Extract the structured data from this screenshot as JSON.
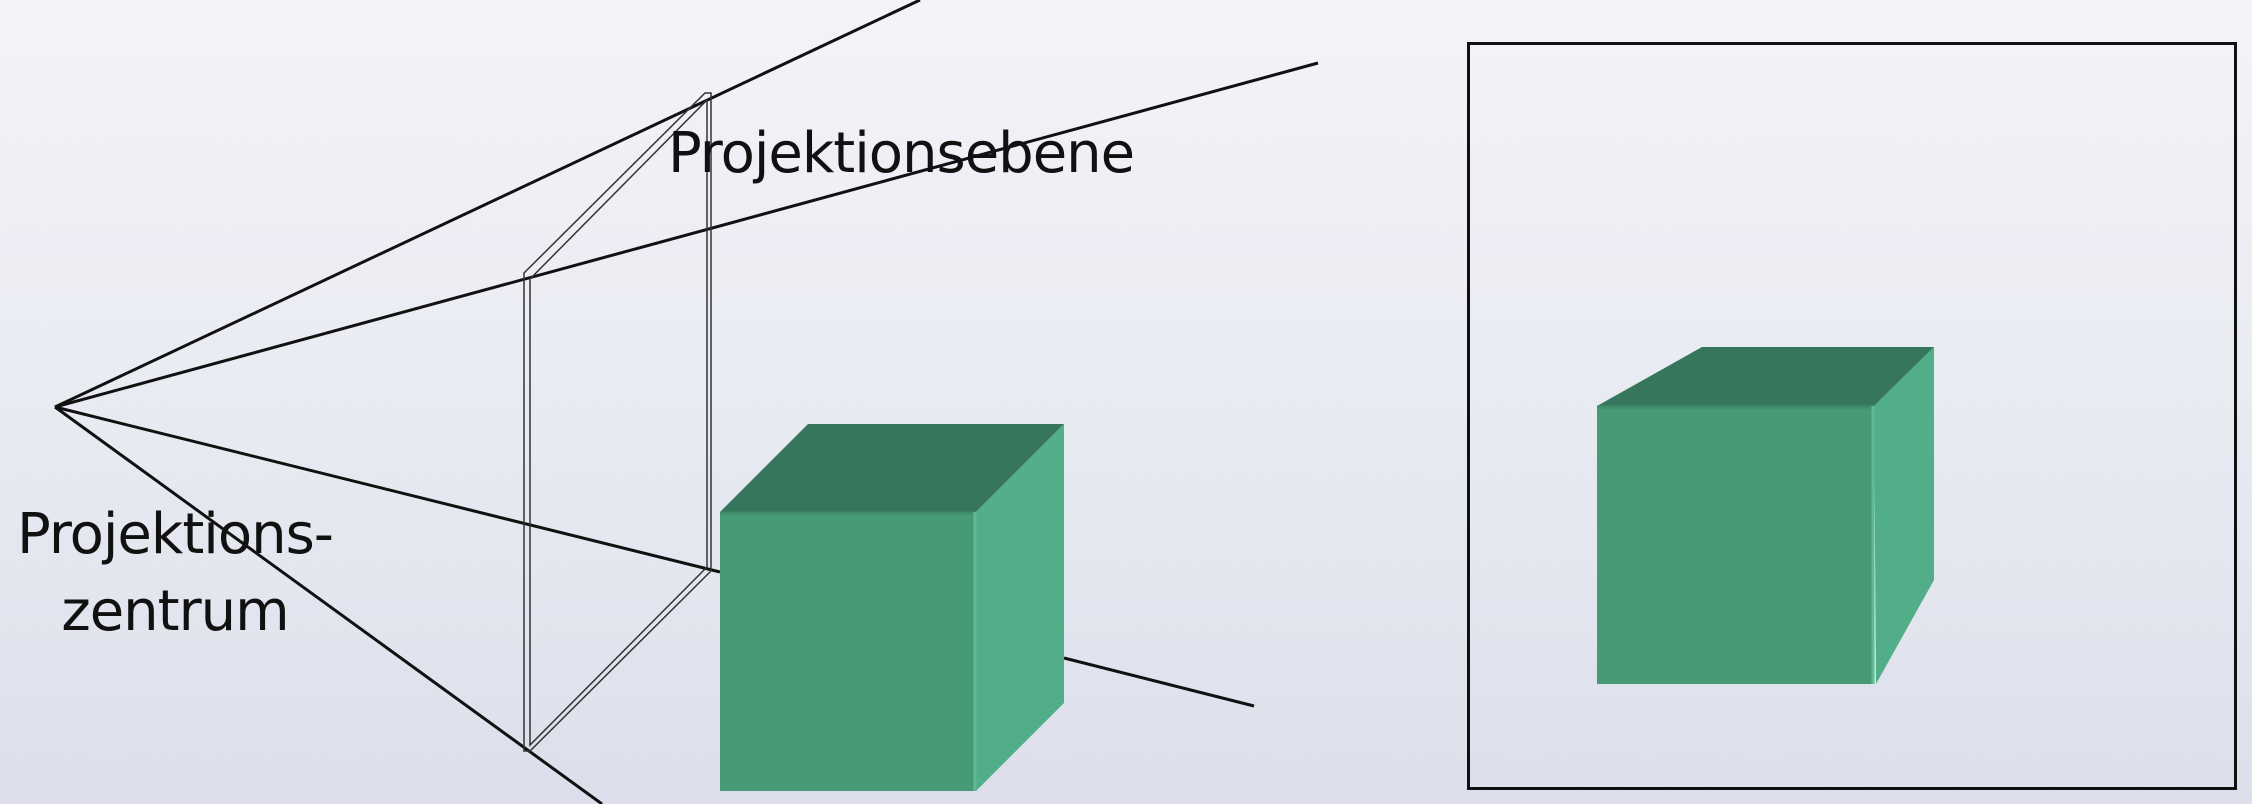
{
  "labels": {
    "projection_plane": "Projektionsebene",
    "projection_center_line1": "Projektions-",
    "projection_center_line2": "zentrum"
  },
  "colors": {
    "background_top": "#f3f4f8",
    "background_bottom": "#dcdfeb",
    "line": "#111111",
    "cube_top": "#36765c",
    "cube_front": "#479a76",
    "cube_side": "#52ae88"
  }
}
